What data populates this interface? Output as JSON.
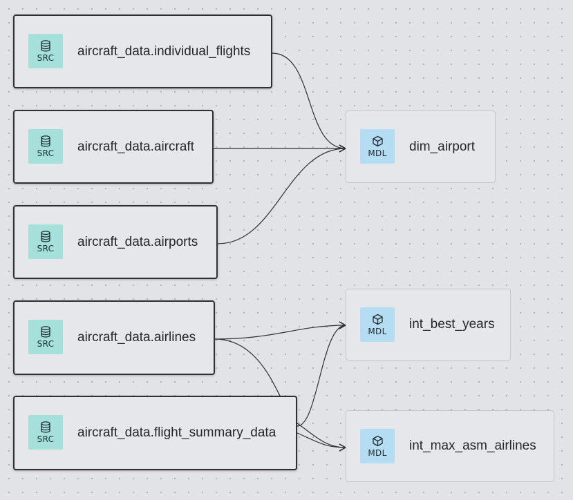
{
  "colors": {
    "background": "#e2e3e6",
    "node_background": "#e6e7ea",
    "source_badge": "#a5e1da",
    "model_badge": "#b4dcf2",
    "edge": "#2b2f36"
  },
  "sources": [
    {
      "name": "aircraft_data.individual_flights",
      "badge": "SRC",
      "icon": "database-icon"
    },
    {
      "name": "aircraft_data.aircraft",
      "badge": "SRC",
      "icon": "database-icon"
    },
    {
      "name": "aircraft_data.airports",
      "badge": "SRC",
      "icon": "database-icon"
    },
    {
      "name": "aircraft_data.airlines",
      "badge": "SRC",
      "icon": "database-icon"
    },
    {
      "name": "aircraft_data.flight_summary_data",
      "badge": "SRC",
      "icon": "database-icon"
    }
  ],
  "models": [
    {
      "name": "dim_airport",
      "badge": "MDL",
      "icon": "cube-icon"
    },
    {
      "name": "int_best_years",
      "badge": "MDL",
      "icon": "cube-icon"
    },
    {
      "name": "int_max_asm_airlines",
      "badge": "MDL",
      "icon": "cube-icon"
    }
  ],
  "edges": [
    {
      "from": "aircraft_data.individual_flights",
      "to": "dim_airport"
    },
    {
      "from": "aircraft_data.aircraft",
      "to": "dim_airport"
    },
    {
      "from": "aircraft_data.airports",
      "to": "dim_airport"
    },
    {
      "from": "aircraft_data.airlines",
      "to": "int_best_years"
    },
    {
      "from": "aircraft_data.airlines",
      "to": "int_max_asm_airlines"
    },
    {
      "from": "aircraft_data.flight_summary_data",
      "to": "int_best_years"
    },
    {
      "from": "aircraft_data.flight_summary_data",
      "to": "int_max_asm_airlines"
    }
  ]
}
